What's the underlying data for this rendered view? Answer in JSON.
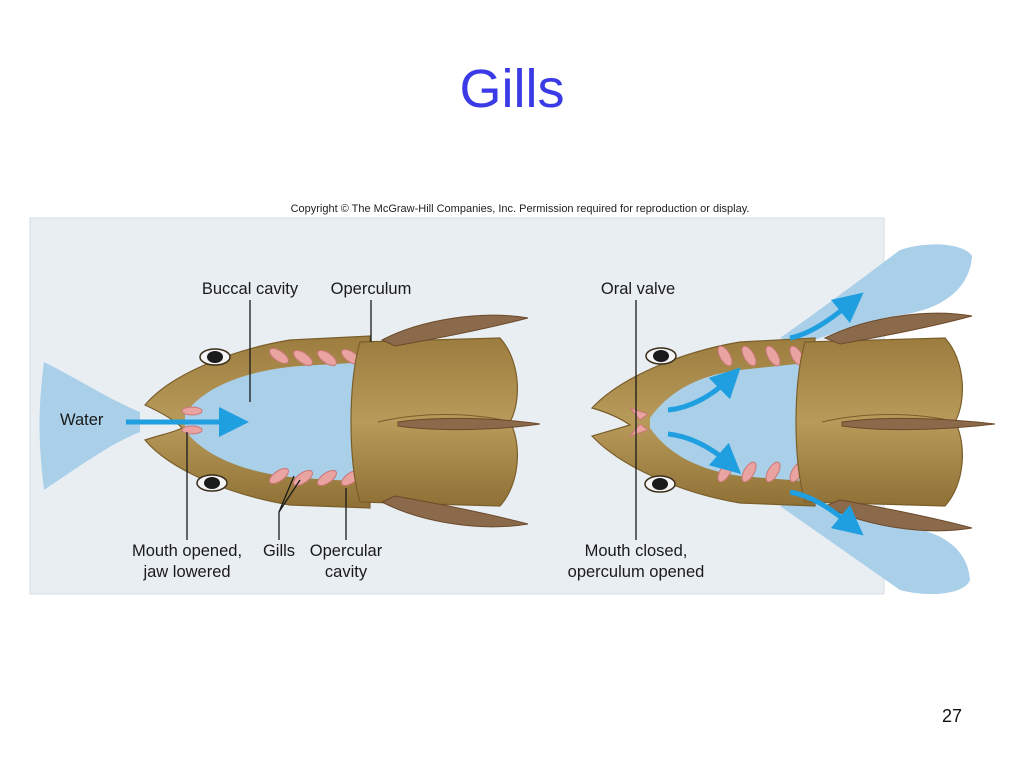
{
  "slide": {
    "title": "Gills",
    "page_number": "27"
  },
  "figure": {
    "copyright": "Copyright © The McGraw-Hill Companies, Inc. Permission required for reproduction or display.",
    "left_panel": {
      "labels": {
        "buccal_cavity": "Buccal cavity",
        "operculum": "Operculum",
        "water": "Water",
        "mouth_line1": "Mouth opened,",
        "mouth_line2": "jaw lowered",
        "gills": "Gills",
        "opercular_line1": "Opercular",
        "opercular_line2": "cavity"
      }
    },
    "right_panel": {
      "labels": {
        "oral_valve": "Oral valve",
        "mouth_line1": "Mouth closed,",
        "mouth_line2": "operculum opened"
      }
    },
    "colors": {
      "panel_background": "#e9eef3",
      "water": "#a9cfe9",
      "fish_body": "#a8894a",
      "gill_filament": "#e9a3a0",
      "arrow": "#2aa8e4",
      "title": "#3a3ae6"
    }
  }
}
